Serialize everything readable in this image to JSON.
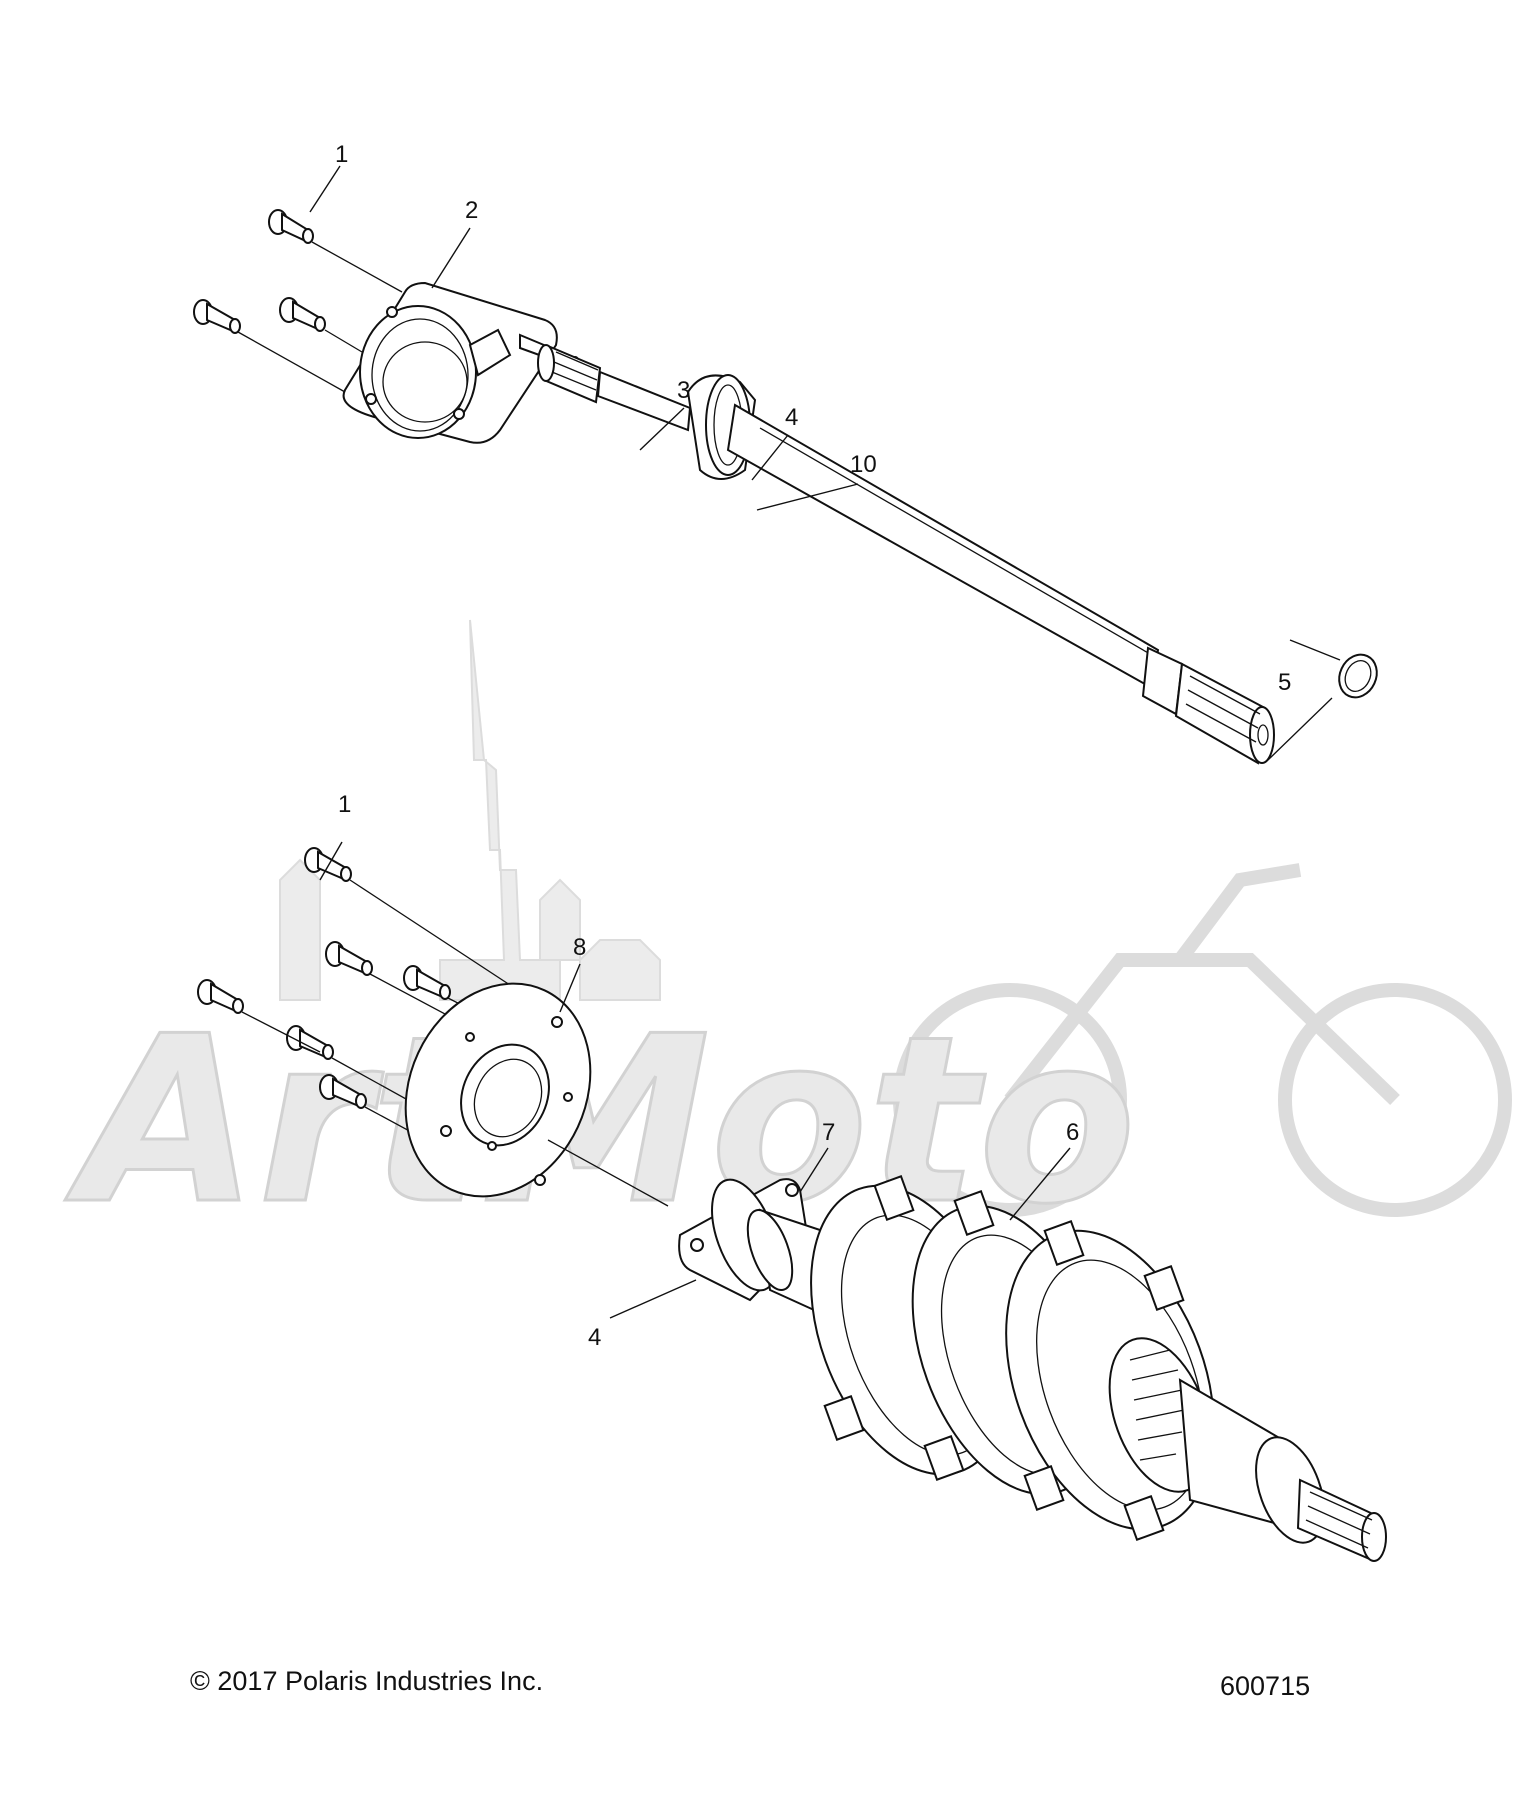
{
  "watermark": {
    "text": "ArtMoto"
  },
  "callouts": {
    "c1_top": "1",
    "c2": "2",
    "c3": "3",
    "c4_top": "4",
    "c10": "10",
    "c5": "5",
    "c1_bottom": "1",
    "c8": "8",
    "c7": "7",
    "c6": "6",
    "c4_bottom": "4"
  },
  "footer": {
    "copyright": "© 2017 Polaris Industries Inc.",
    "figure_number": "600715"
  },
  "colors": {
    "line": "#111111",
    "watermark": "#e6e6e6",
    "background": "#ffffff"
  }
}
